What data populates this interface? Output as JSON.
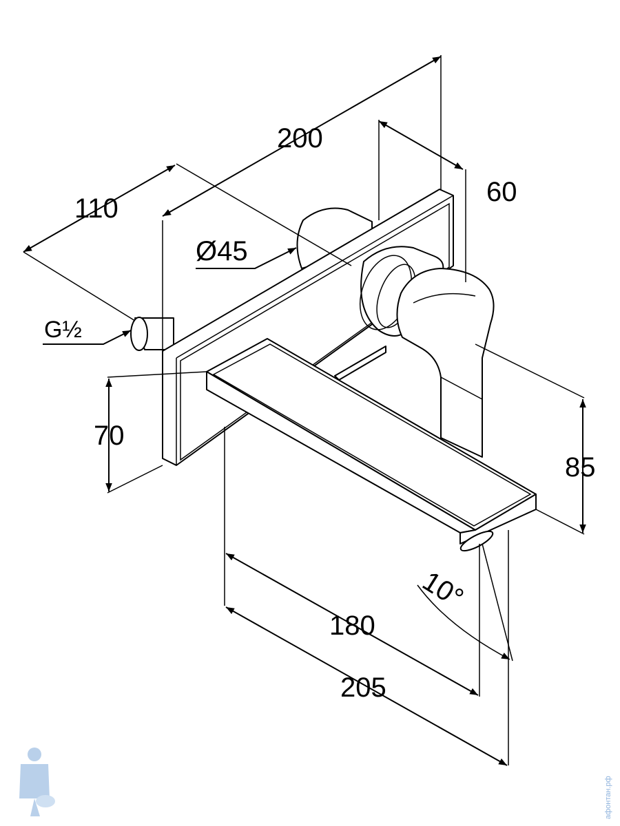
{
  "dimensions": {
    "d200": "200",
    "d110": "110",
    "d60": "60",
    "d45": "Ø45",
    "g12": "G½",
    "d70": "70",
    "d85": "85",
    "d180": "180",
    "d205": "205",
    "angle": "10°"
  },
  "watermark": {
    "text": "афонтан.рф"
  },
  "colors": {
    "line": "#000000",
    "watermark": "#8fb3dd"
  }
}
